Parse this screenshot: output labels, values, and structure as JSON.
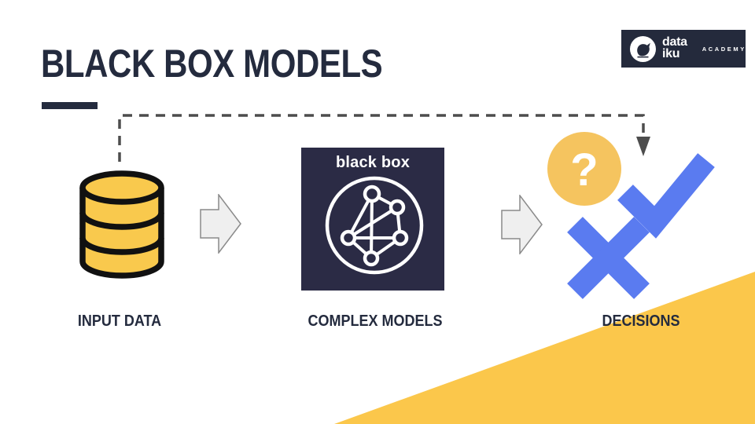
{
  "header": {
    "title": "BLACK BOX MODELS"
  },
  "logo": {
    "brand_top": "data",
    "brand_bottom": "iku",
    "program": "ACADEMY"
  },
  "diagram": {
    "black_box_label": "black box",
    "question_mark": "?",
    "steps": [
      {
        "label": "INPUT DATA",
        "icon": "database-icon"
      },
      {
        "label": "COMPLEX MODELS",
        "icon": "network-graph-icon"
      },
      {
        "label": "DECISIONS",
        "icon": "check-and-cross-icons"
      }
    ]
  },
  "icons": [
    "dataiku-bird-icon",
    "database-icon",
    "flow-arrow-icon",
    "network-graph-icon",
    "question-circle-icon",
    "checkmark-icon",
    "cross-icon",
    "dashed-connector-arrowhead-icon"
  ],
  "colors": {
    "navy_text": "#242B3E",
    "black_box_bg": "#2B2B45",
    "logo_bg": "#242A3C",
    "corner_triangle_yellow": "#FBC74B",
    "cylinder_yellow": "#F9C94D",
    "question_circle_yellow": "#F5C45F",
    "decision_blue": "#5A7BF0",
    "flow_arrow_fill": "#EFEFEF",
    "flow_arrow_stroke": "#8A8A8A",
    "dashed_line_gray": "#4D4D4D"
  }
}
